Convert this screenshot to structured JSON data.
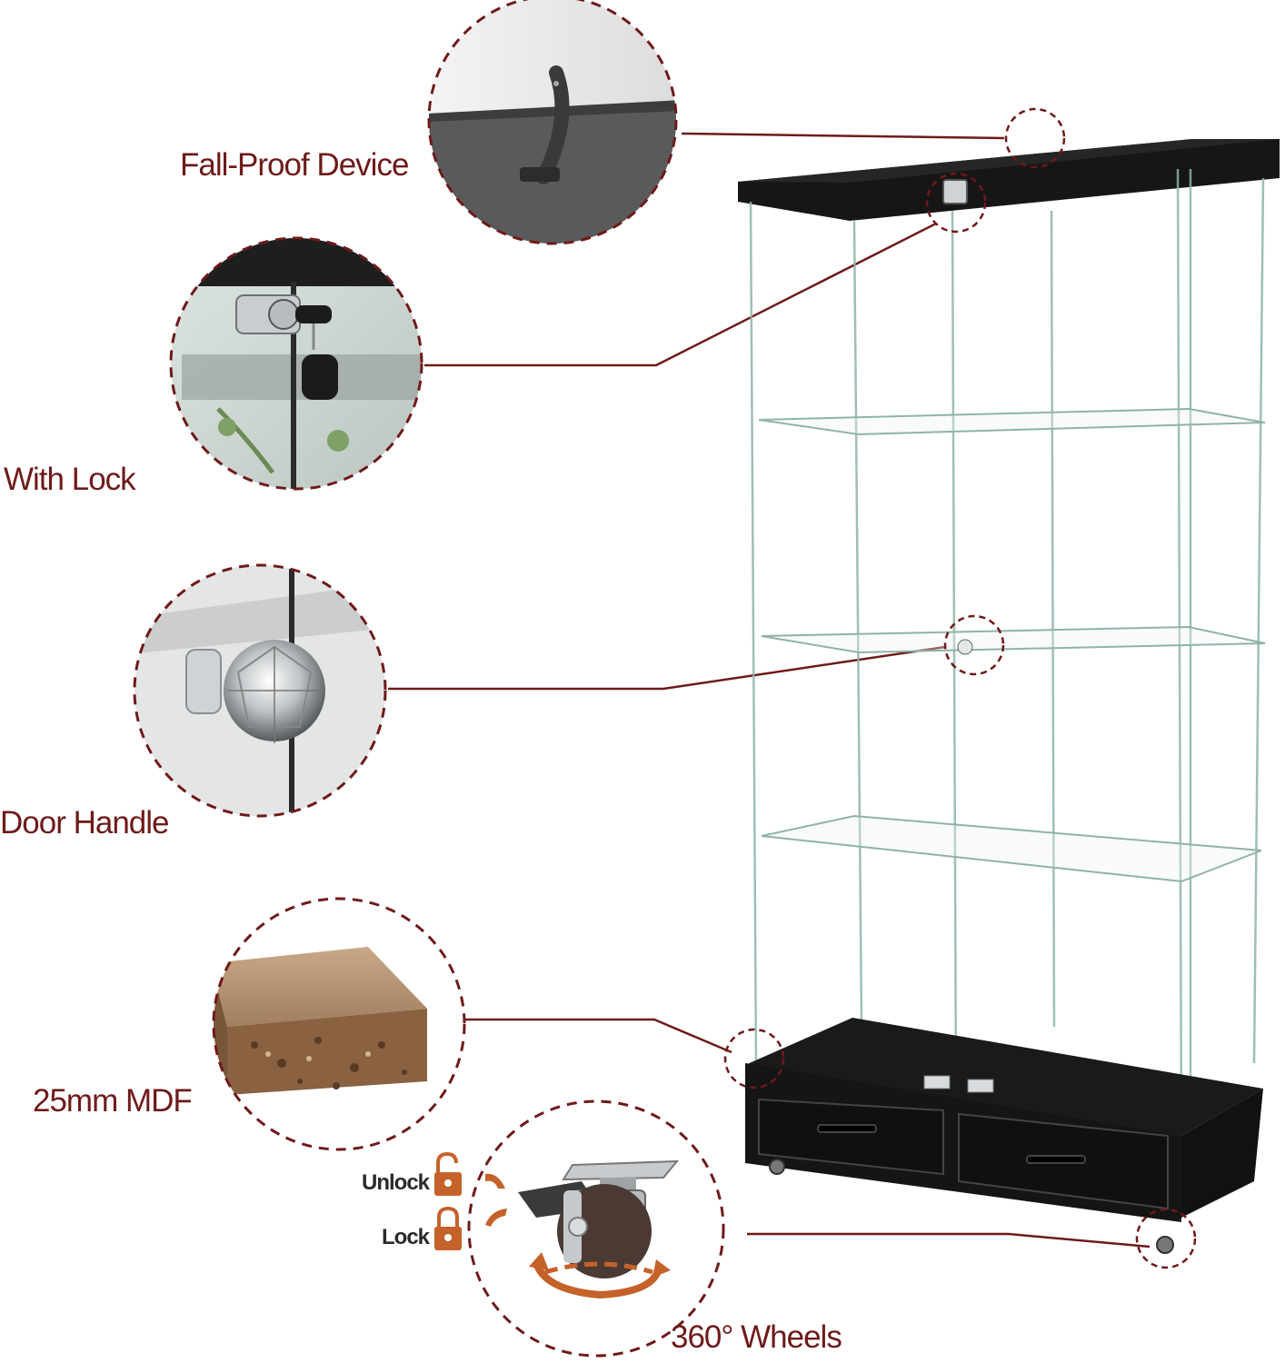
{
  "features": {
    "fall_proof": "Fall-Proof Device",
    "lock": "With Lock",
    "handle": "Door Handle",
    "mdf": "25mm MDF",
    "wheels": "360° Wheels"
  },
  "wheel_states": {
    "unlock": "Unlock",
    "lock": "Lock"
  },
  "colors": {
    "accent": "#6e1a1a",
    "icon": "#c5622a",
    "cabinet": "#161616"
  }
}
